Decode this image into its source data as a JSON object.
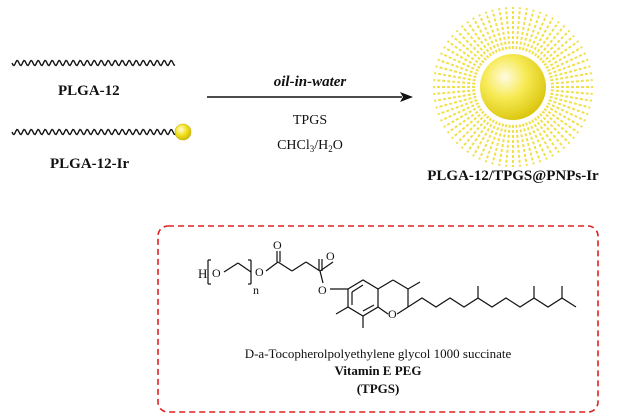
{
  "scheme": {
    "polymer_label": "PLGA-12",
    "polymer_ir_label": "PLGA-12-Ir",
    "condition_method": "oil-in-water",
    "condition_surfactant": "TPGS",
    "condition_solvent_prefix": "CHCl",
    "condition_solvent_sub1": "3",
    "condition_solvent_mid": "/H",
    "condition_solvent_sub2": "2",
    "condition_solvent_suffix": "O",
    "product_label": "PLGA-12/TPGS@PNPs-Ir"
  },
  "tpgs_box": {
    "structure": {
      "atom_H": "H",
      "atom_O_peg": "O",
      "repeat_n": "n",
      "atom_O_ester1": "O",
      "atom_O_carbonyl1": "O",
      "atom_O_carbonyl2": "O",
      "atom_O_ester2": "O",
      "atom_O_ring": "O"
    },
    "name_line": "D-a-Tocopherolpolyethylene glycol 1000 succinate",
    "common_name": "Vitamin E PEG",
    "abbreviation": "(TPGS)"
  },
  "colors": {
    "sphere_core": "#f2e21c",
    "sphere_highlight": "#fffbe0",
    "rays": "#f0e04a",
    "dashed_box": "#e02020",
    "ink": "#111111"
  }
}
